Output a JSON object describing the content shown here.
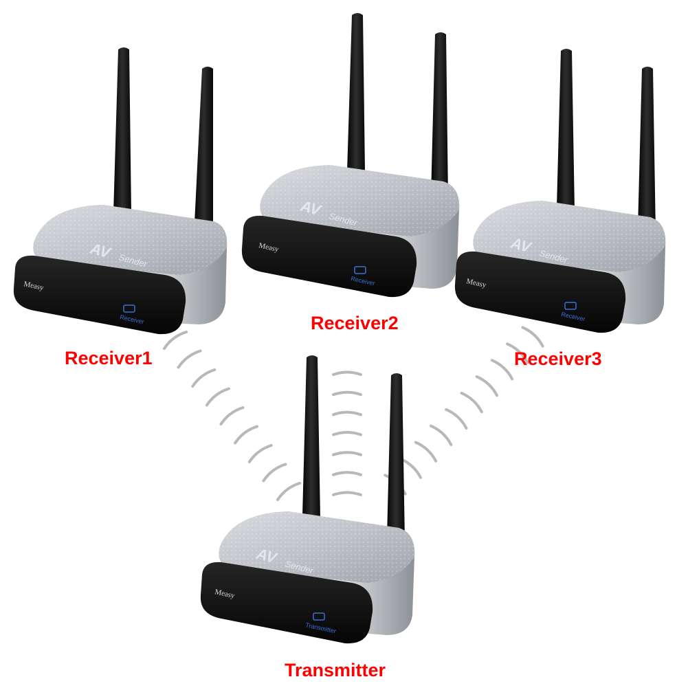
{
  "devices": [
    {
      "label": "Receiver1",
      "brand": "Measy",
      "model": "AV",
      "model_sub": "Sender",
      "role_text": "Receiver"
    },
    {
      "label": "Receiver2",
      "brand": "Measy",
      "model": "AV",
      "model_sub": "Sender",
      "role_text": "Receiver"
    },
    {
      "label": "Receiver3",
      "brand": "Measy",
      "model": "AV",
      "model_sub": "Sender",
      "role_text": "Receiver"
    },
    {
      "label": "Transmitter",
      "brand": "Measy",
      "model": "AV",
      "model_sub": "Sender",
      "role_text": "Transmitter"
    }
  ],
  "colors": {
    "label": "#ff0000",
    "wave": "#b8b8b8",
    "antenna": "#151515",
    "body_silver": "#c9cbd0",
    "front_black": "#111111",
    "led_blue": "#3a6fd8"
  }
}
